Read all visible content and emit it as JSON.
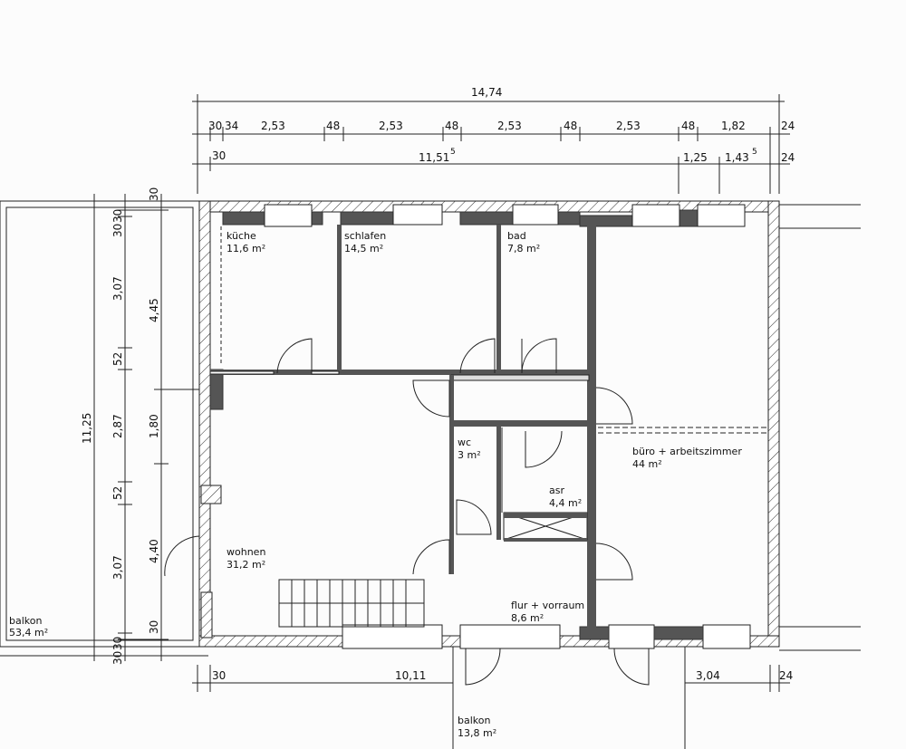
{
  "dimensions": {
    "top_total": "14,74",
    "top_row": [
      "30",
      "34",
      "2,53",
      "48",
      "2,53",
      "48",
      "2,53",
      "48",
      "2,53",
      "48",
      "1,82",
      "24"
    ],
    "second_row": [
      "30",
      "11,51",
      "5",
      "1,25",
      "1,43",
      "5",
      "24"
    ],
    "left_outer": "11,25",
    "left_middle": [
      "30",
      "30",
      "3,07",
      "52",
      "2,87",
      "52",
      "3,07",
      "30",
      "30"
    ],
    "left_inner": [
      "30",
      "4,45",
      "1,80",
      "4,40",
      "30"
    ],
    "bottom": [
      "30",
      "10,11",
      "3,04",
      "24"
    ]
  },
  "rooms": {
    "kueche": {
      "name": "küche",
      "area": "11,6 m²"
    },
    "schlafen": {
      "name": "schlafen",
      "area": "14,5 m²"
    },
    "bad": {
      "name": "bad",
      "area": "7,8 m²"
    },
    "wc": {
      "name": "wc",
      "area": "3 m²"
    },
    "asr": {
      "name": "asr",
      "area": "4,4 m²"
    },
    "buero": {
      "name": "büro + arbeitszimmer",
      "area": "44 m²"
    },
    "wohnen": {
      "name": "wohnen",
      "area": "31,2 m²"
    },
    "flur": {
      "name": "flur + vorraum",
      "area": "8,6 m²"
    },
    "balkon_left": {
      "name": "balkon",
      "area": "53,4 m²"
    },
    "balkon_bottom": {
      "name": "balkon",
      "area": "13,8 m²"
    }
  }
}
